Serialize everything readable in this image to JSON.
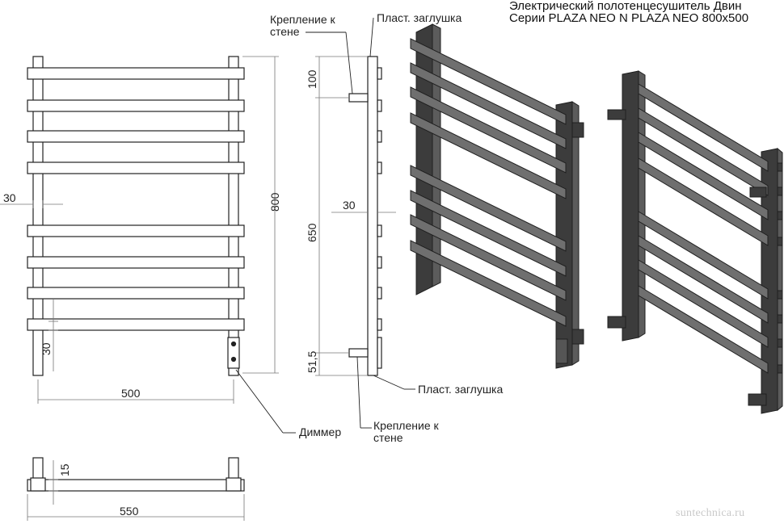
{
  "title": {
    "line1": "Электрический полотенцесушитель Двин",
    "line2": "Серии PLAZA NEO N PLAZA NEO 800x500"
  },
  "dimensions": {
    "front_side_gap": "30",
    "front_height": "800",
    "front_bottom_gap": "30",
    "front_width": "500",
    "side_top": "100",
    "side_middle": "650",
    "side_bottom": "51,5",
    "side_offset": "30",
    "top_depth": "15",
    "top_width": "550"
  },
  "labels": {
    "wall_mount_top": "Крепление к стене",
    "plastic_cap_top": "Пласт. заглушка",
    "plastic_cap_bottom": "Пласт. заглушка",
    "wall_mount_bottom": "Крепление к стене",
    "dimmer": "Диммер"
  },
  "watermark": "suntechnica.ru",
  "colors": {
    "line": "#222222",
    "dim_line": "#777777",
    "rail_dark": "#3c3c3c",
    "rail_mid": "#5c5c5c",
    "rail_light": "#7a7a7a"
  }
}
